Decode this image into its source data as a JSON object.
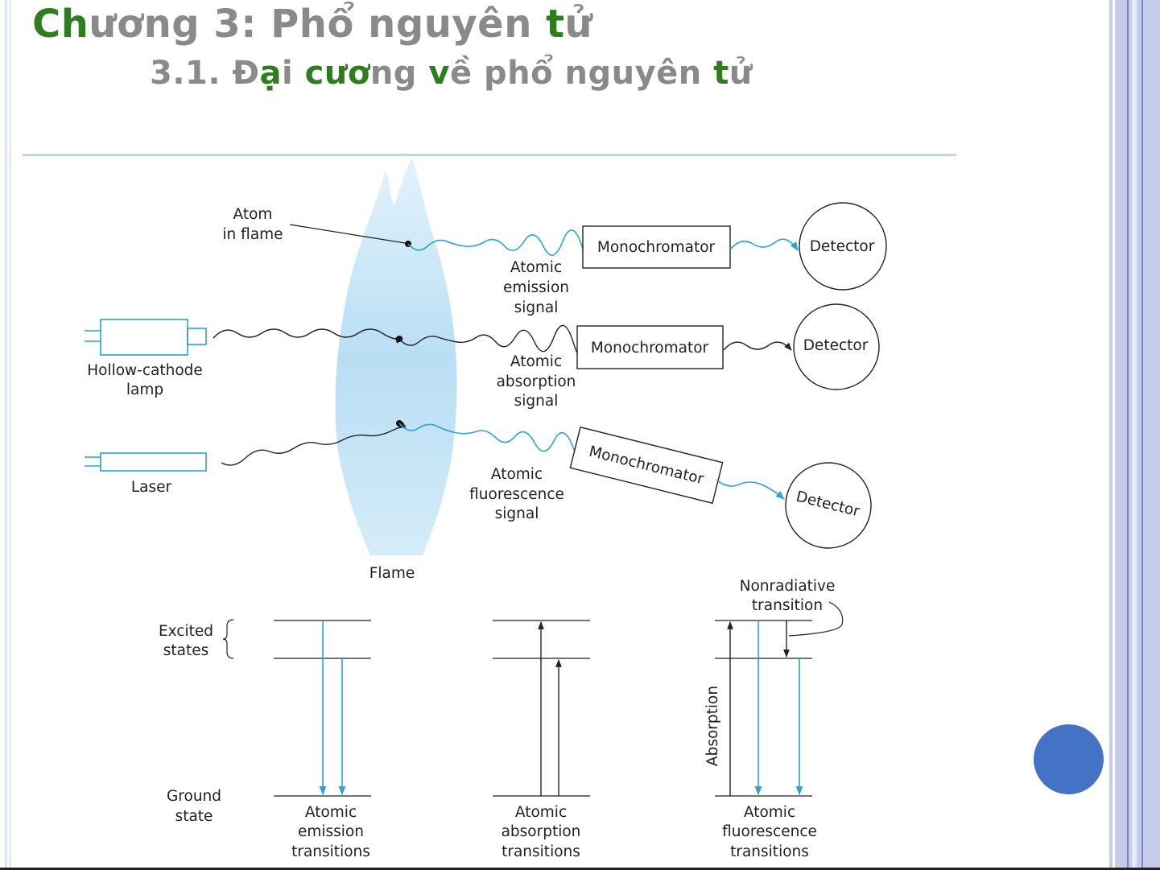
{
  "slide": {
    "title_segments": [
      {
        "text": "Ch",
        "color": "green"
      },
      {
        "text": "ươ",
        "color": "gray"
      },
      {
        "text": "ng 3: Ph",
        "color": "gray"
      },
      {
        "text": "ổ nguyên ",
        "color": "gray"
      },
      {
        "text": "t",
        "color": "green"
      },
      {
        "text": "ử",
        "color": "gray"
      }
    ],
    "subtitle_segments": [
      {
        "text": "3.1. Đ",
        "color": "gray"
      },
      {
        "text": "ạ",
        "color": "green"
      },
      {
        "text": "i ",
        "color": "gray"
      },
      {
        "text": "cươ",
        "color": "green"
      },
      {
        "text": "ng ",
        "color": "gray"
      },
      {
        "text": "v",
        "color": "green"
      },
      {
        "text": "ề ph",
        "color": "gray"
      },
      {
        "text": "ổ nguyên ",
        "color": "gray"
      },
      {
        "text": "t",
        "color": "green"
      },
      {
        "text": "ử",
        "color": "gray"
      }
    ]
  },
  "diagram": {
    "atom_label": [
      "Atom",
      "in flame"
    ],
    "lamp_label": [
      "Hollow-cathode",
      "lamp"
    ],
    "laser_label": "Laser",
    "flame_label": "Flame",
    "monochromator": "Monochromator",
    "detector": "Detector",
    "emission_signal": [
      "Atomic",
      "emission",
      "signal"
    ],
    "absorption_signal": [
      "Atomic",
      "absorption",
      "signal"
    ],
    "fluorescence_signal": [
      "Atomic",
      "fluorescence",
      "signal"
    ],
    "excited_states": [
      "Excited",
      "states"
    ],
    "ground_state": [
      "Ground",
      "state"
    ],
    "nonradiative": [
      "Nonradiative",
      "transition"
    ],
    "absorption_axis": "Absorption",
    "emission_transitions": [
      "Atomic",
      "emission",
      "transitions"
    ],
    "absorption_transitions": [
      "Atomic",
      "absorption",
      "transitions"
    ],
    "fluorescence_transitions": [
      "Atomic",
      "fluorescence",
      "transitions"
    ]
  },
  "colors": {
    "title_gray": "#8a8a8a",
    "title_green": "#2e7d1f",
    "wave_blue": "#29a3d9",
    "flame_blue": "#bfe3f7",
    "nav_circle": "#4472c4"
  }
}
